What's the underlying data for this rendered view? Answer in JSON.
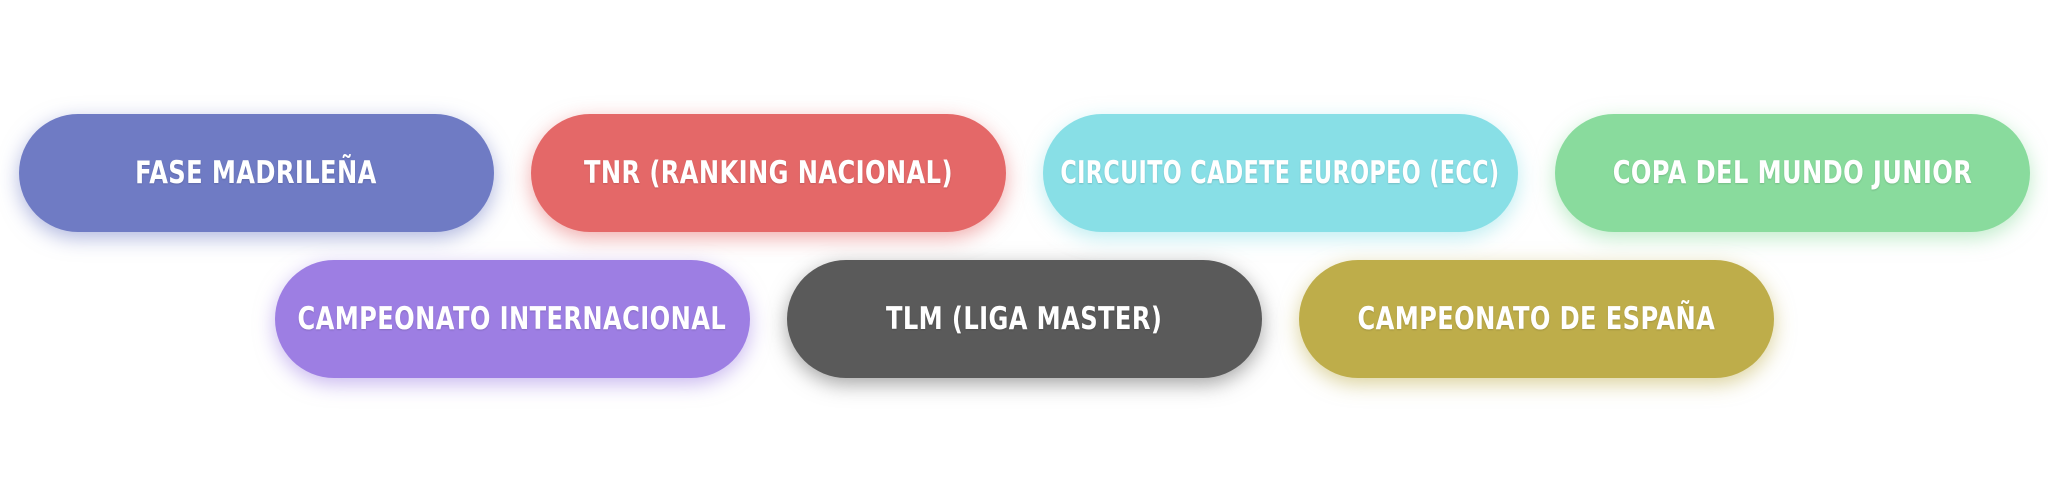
{
  "buttons": {
    "row1": [
      {
        "label": "FASE MADRILEÑA",
        "color": "#6f7bc4"
      },
      {
        "label": "TNR (RANKING NACIONAL)",
        "color": "#e46868"
      },
      {
        "label": "CIRCUITO CADETE EUROPEO (ECC)",
        "color": "#88dfe6"
      },
      {
        "label": "COPA DEL MUNDO JUNIOR",
        "color": "#89db9d"
      }
    ],
    "row2": [
      {
        "label": "CAMPEONATO INTERNACIONAL",
        "color": "#9d7ee3"
      },
      {
        "label": "TLM (LIGA MASTER)",
        "color": "#5a5a5a"
      },
      {
        "label": "CAMPEONATO DE ESPAÑA",
        "color": "#bead4a"
      }
    ]
  }
}
